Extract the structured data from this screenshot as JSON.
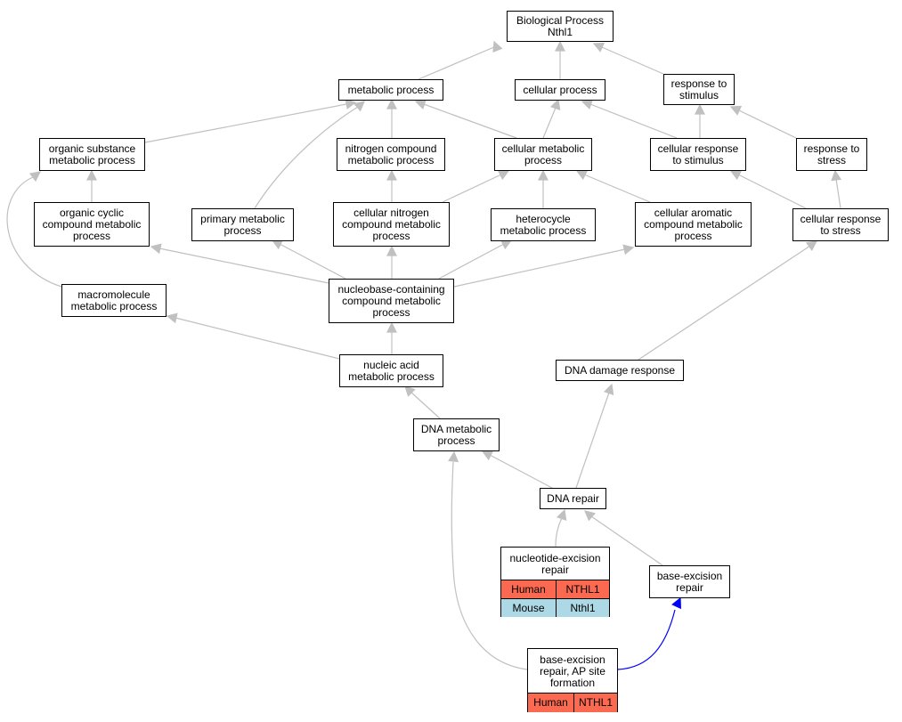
{
  "colors": {
    "edge": "#c0c0c0",
    "highlight_edge": "#0000ff",
    "human": "#fa6950",
    "mouse": "#add8e6",
    "border": "#000000"
  },
  "nodes": {
    "bp": "Biological Process\nNthl1",
    "metabolic": "metabolic process",
    "cellular": "cellular process",
    "stimulus": "response to\nstimulus",
    "organic_substance": "organic substance\nmetabolic process",
    "nitrogen_compound": "nitrogen compound\nmetabolic process",
    "cellular_metabolic": "cellular metabolic\nprocess",
    "cellular_response_stimulus": "cellular response\nto stimulus",
    "response_stress": "response to\nstress",
    "organic_cyclic": "organic cyclic\ncompound metabolic\nprocess",
    "primary_metabolic": "primary metabolic\nprocess",
    "cellular_nitrogen": "cellular nitrogen\ncompound metabolic\nprocess",
    "heterocycle": "heterocycle\nmetabolic process",
    "cellular_aromatic": "cellular aromatic\ncompound metabolic\nprocess",
    "cellular_response_stress": "cellular response\nto stress",
    "macromolecule": "macromolecule\nmetabolic process",
    "nucleobase": "nucleobase-containing\ncompound metabolic\nprocess",
    "nucleic_acid": "nucleic acid\nmetabolic process",
    "dna_damage": "DNA damage response",
    "dna_metabolic": "DNA metabolic\nprocess",
    "dna_repair": "DNA repair",
    "ber": "base-excision\nrepair"
  },
  "gene_nodes": {
    "ner": {
      "title": "nucleotide-excision\nrepair",
      "rows": [
        {
          "species": "Human",
          "gene": "NTHL1"
        },
        {
          "species": "Mouse",
          "gene": "Nthl1"
        }
      ]
    },
    "ap_site": {
      "title": "base-excision\nrepair, AP site\nformation",
      "rows": [
        {
          "species": "Human",
          "gene": "NTHL1"
        }
      ]
    }
  }
}
